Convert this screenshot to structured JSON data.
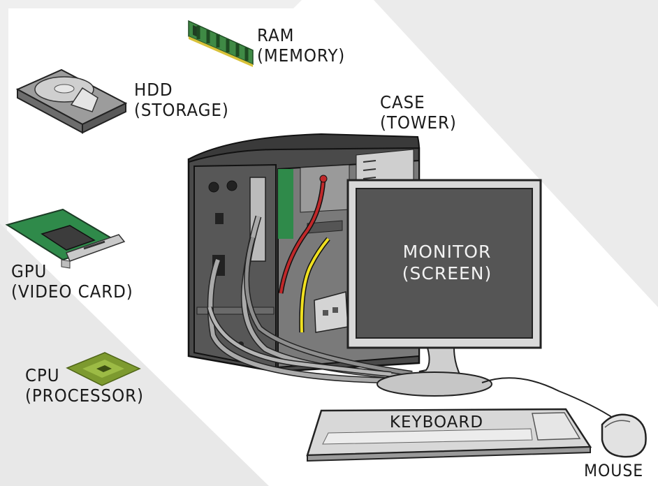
{
  "components": {
    "ram": {
      "line1": "RAM",
      "line2": "(MEMORY)"
    },
    "hdd": {
      "line1": "HDD",
      "line2": "(STORAGE)"
    },
    "case": {
      "line1": "CASE",
      "line2": "(TOWER)"
    },
    "gpu": {
      "line1": "GPU",
      "line2": "(VIDEO CARD)"
    },
    "cpu": {
      "line1": "CPU",
      "line2": "(PROCESSOR)"
    },
    "monitor": {
      "line1": "MONITOR",
      "line2": "(SCREEN)"
    },
    "keyboard": {
      "label": "KEYBOARD"
    },
    "mouse": {
      "label": "MOUSE"
    }
  },
  "colors": {
    "background": "#ffffff",
    "panel_gray": "#ececec",
    "case_dark": "#4a4a4a",
    "monitor_screen": "#555555",
    "monitor_frame": "#d9d9d9",
    "cable_red": "#c0282a",
    "cable_yellow": "#f0e020",
    "board_green": "#2e8b57"
  },
  "icons": [
    "ram-module-icon",
    "hard-drive-icon",
    "computer-case-icon",
    "video-card-icon",
    "processor-chip-icon",
    "monitor-icon",
    "keyboard-icon",
    "mouse-icon"
  ]
}
